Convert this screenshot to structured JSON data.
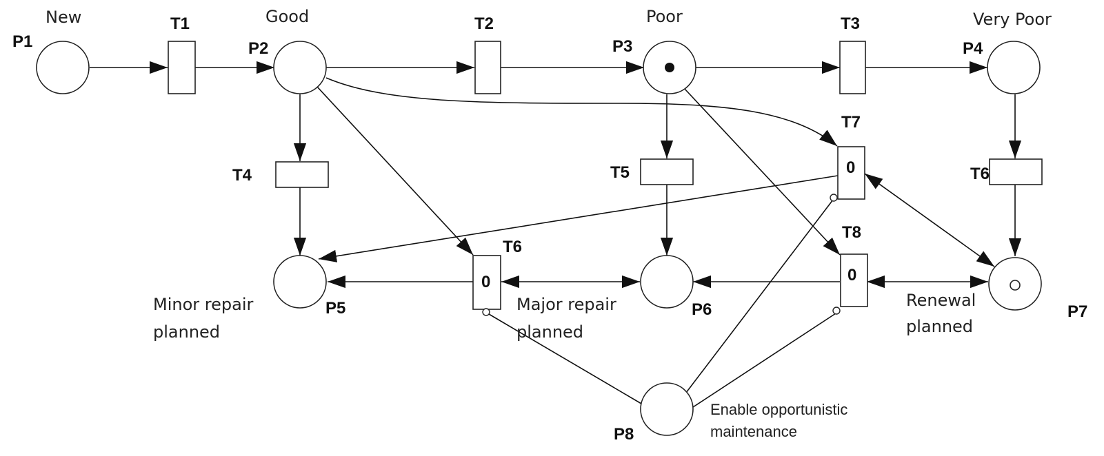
{
  "diagram": {
    "type": "petri-net",
    "places": [
      {
        "id": "P1",
        "label": "P1",
        "state": "New",
        "tokens": 0
      },
      {
        "id": "P2",
        "label": "P2",
        "state": "Good",
        "tokens": 0
      },
      {
        "id": "P3",
        "label": "P3",
        "state": "Poor",
        "tokens": 1
      },
      {
        "id": "P4",
        "label": "P4",
        "state": "Very Poor",
        "tokens": 0
      },
      {
        "id": "P5",
        "label": "P5",
        "description": [
          "Minor repair",
          "planned"
        ],
        "tokens": 0
      },
      {
        "id": "P6",
        "label": "P6",
        "description": [
          "Major repair",
          "planned"
        ],
        "tokens": 0
      },
      {
        "id": "P7",
        "label": "P7",
        "description": [
          "Renewal",
          "planned"
        ],
        "tokens": 0,
        "marker": "hollow-token"
      },
      {
        "id": "P8",
        "label": "P8",
        "description": [
          "Enable opportunistic",
          "maintenance"
        ],
        "tokens": 0
      }
    ],
    "transitions": [
      {
        "id": "T1",
        "label": "T1"
      },
      {
        "id": "T2",
        "label": "T2"
      },
      {
        "id": "T3",
        "label": "T3"
      },
      {
        "id": "T4",
        "label": "T4"
      },
      {
        "id": "T5",
        "label": "T5"
      },
      {
        "id": "T6a",
        "label": "T6"
      },
      {
        "id": "T6b",
        "label": "T6",
        "value": "0"
      },
      {
        "id": "T7",
        "label": "T7",
        "value": "0"
      },
      {
        "id": "T8",
        "label": "T8",
        "value": "0"
      }
    ],
    "arcs": [
      {
        "from": "P1",
        "to": "T1"
      },
      {
        "from": "T1",
        "to": "P2"
      },
      {
        "from": "P2",
        "to": "T2"
      },
      {
        "from": "T2",
        "to": "P3"
      },
      {
        "from": "P3",
        "to": "T3"
      },
      {
        "from": "T3",
        "to": "P4"
      },
      {
        "from": "P2",
        "to": "T4"
      },
      {
        "from": "T4",
        "to": "P5"
      },
      {
        "from": "P3",
        "to": "T5"
      },
      {
        "from": "T5",
        "to": "P6"
      },
      {
        "from": "P4",
        "to": "T6a"
      },
      {
        "from": "T6a",
        "to": "P7"
      },
      {
        "from": "P2",
        "to": "T6b"
      },
      {
        "from": "T6b",
        "to": "P5"
      },
      {
        "from": "T6b",
        "to": "P6",
        "bidirectional": true
      },
      {
        "from": "P2",
        "to": "T7"
      },
      {
        "from": "T7",
        "to": "P5"
      },
      {
        "from": "T7",
        "to": "P7",
        "bidirectional": true
      },
      {
        "from": "P3",
        "to": "T8"
      },
      {
        "from": "T8",
        "to": "P6"
      },
      {
        "from": "T8",
        "to": "P7",
        "bidirectional": true
      },
      {
        "from": "P8",
        "to": "T6b",
        "type": "inhibitor"
      },
      {
        "from": "P8",
        "to": "T7",
        "type": "inhibitor"
      },
      {
        "from": "P8",
        "to": "T8",
        "type": "inhibitor"
      }
    ]
  }
}
